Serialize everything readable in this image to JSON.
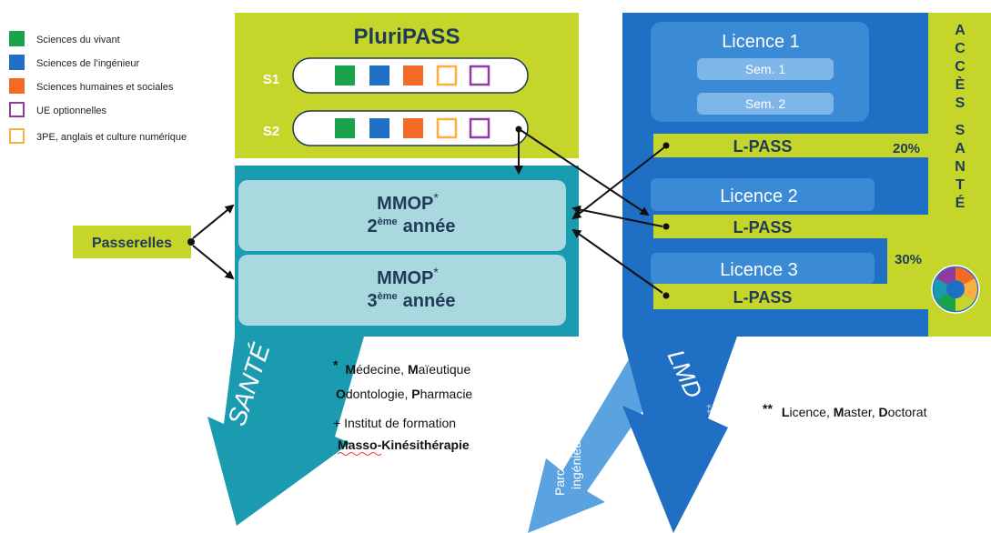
{
  "legend": [
    {
      "label": "Sciences du vivant",
      "color": "#1aa34a",
      "filled": true
    },
    {
      "label": "Sciences de l’ingénieur",
      "color": "#1f6fc4",
      "filled": true
    },
    {
      "label": "Sciences humaines et sociales",
      "color": "#f26a24",
      "filled": true
    },
    {
      "label": "UE optionnelles",
      "color": "#8e3d9e",
      "filled": false
    },
    {
      "label": "3PE, anglais et culture numérique",
      "color": "#fbb040",
      "filled": false
    }
  ],
  "pluripass": {
    "title": "PluriPASS",
    "s1": "S1",
    "s2": "S2"
  },
  "mmop": {
    "year2_name": "MMOP",
    "year2_star": "*",
    "year2_num": "2",
    "year2_sup": "ème",
    "year2_word": "année",
    "year3_name": "MMOP",
    "year3_star": "*",
    "year3_num": "3",
    "year3_sup": "ème",
    "year3_word": "année"
  },
  "passerelles": "Passerelles",
  "licence": {
    "l1": "Licence 1",
    "sem1": "Sem. 1",
    "sem2": "Sem. 2",
    "l2": "Licence 2",
    "l3": "Licence 3",
    "lpass": "L-PASS",
    "pct_20": "20%",
    "pct_30": "30%"
  },
  "acces_sante": "ACCÈS SANTÉ",
  "arrows": {
    "sante": "SANTÉ",
    "lmd": "LMD",
    "lmd_stars": "**",
    "parcours_line1": "Parcours",
    "parcours_line2": "ingénieur"
  },
  "note_mmop": {
    "star": "*",
    "m": "M",
    "m_rest": "édecine, ",
    "m2": "M",
    "m2_rest": "aïeutique",
    "o": "O",
    "o_rest": "dontologie, ",
    "p": "P",
    "p_rest": "harmacie",
    "inst": "+ Institut de formation",
    "masso": "Masso-Kinésithérapie"
  },
  "note_lmd": {
    "stars": "**",
    "l": "L",
    "l_rest": "icence, ",
    "m": "M",
    "m_rest": "aster, ",
    "d": "D",
    "d_rest": "octorat"
  },
  "colors": {
    "lime": "#c6d52a",
    "teal": "#1a9bb0",
    "teal_light": "#a9d8de",
    "blue": "#1f6fc4",
    "blue_mid": "#3a8ad6",
    "blue_light": "#7fb6ea",
    "parcours": "#5aa3e0"
  }
}
